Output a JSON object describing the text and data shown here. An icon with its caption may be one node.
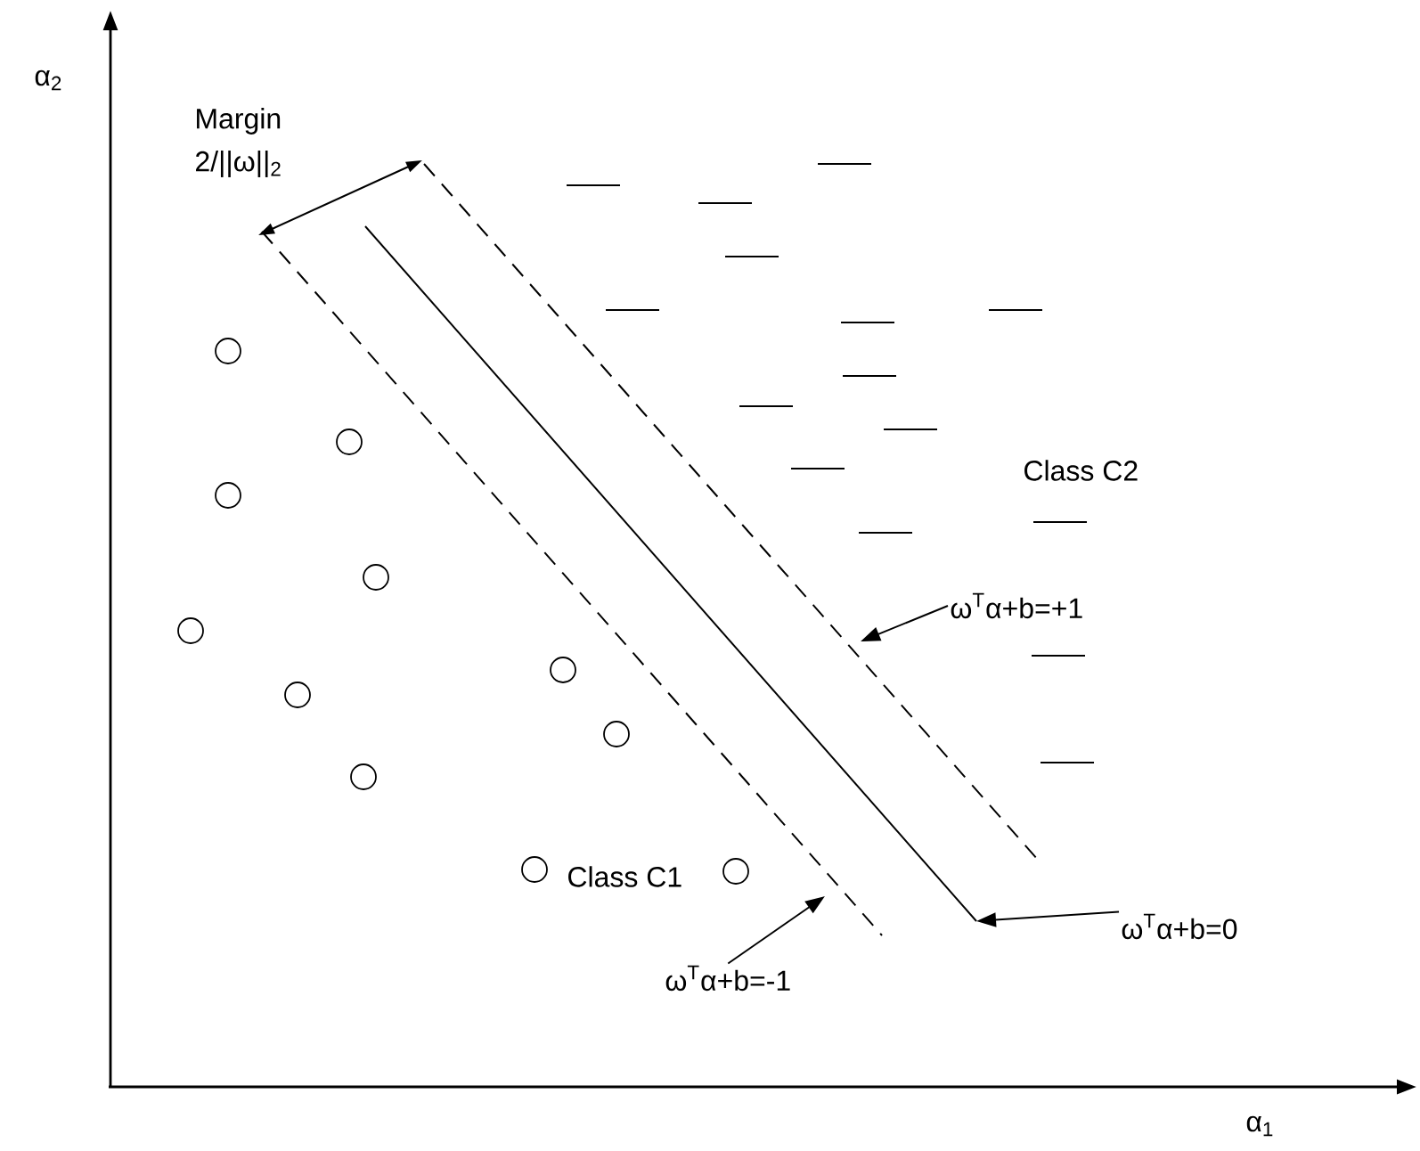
{
  "diagram": {
    "nodes": [
      {
        "text": [
          "ω$^{T}$α+b=+1"
        ]
      },
      {
        "text": [
          "ω$^{T}$α+b=0"
        ]
      },
      {
        "text": [
          "ω$^{T}$α+b=-1"
        ]
      }
    ],
    "edges": [
      {
        "from": 0,
        "to": null,
        "arrow": "to"
      },
      {
        "from": 1,
        "to": null,
        "arrow": "to"
      },
      {
        "from": 2,
        "to": null,
        "arrow": "to"
      }
    ],
    "labels": [
      "α$_{2}$",
      "Margin",
      "2/||ω||$_{2}$",
      "Class C2",
      "Class C1",
      "α$_{1}$"
    ]
  }
}
